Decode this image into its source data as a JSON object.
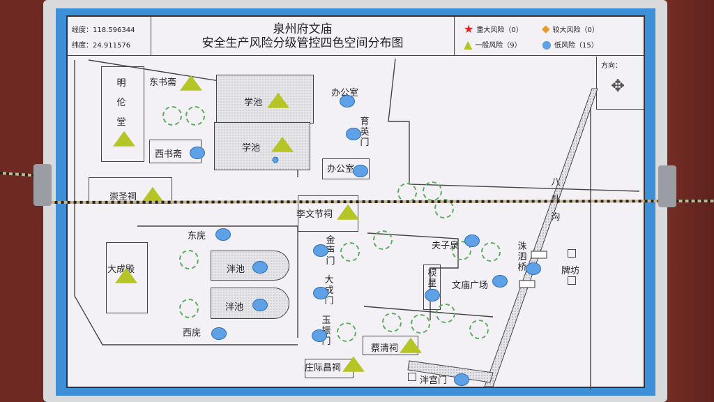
{
  "header": {
    "longitude": "经度：118.596344",
    "latitude": "纬度：24.911576",
    "title_line1": "泉州府文庙",
    "title_line2": "安全生产风险分级管控四色空间分布图"
  },
  "legend": [
    {
      "label": "重大风险（0）",
      "icon": "red-star",
      "color": "#e02020"
    },
    {
      "label": "较大风险（0）",
      "icon": "orange-diamond",
      "color": "#e89a2a"
    },
    {
      "label": "一般风险（9）",
      "icon": "yellow-triangle",
      "color": "#b5c526"
    },
    {
      "label": "低风险（15）",
      "icon": "blue-circle",
      "color": "#5fa1e6"
    }
  ],
  "compass": {
    "label": "方向：",
    "icon": "four-arrow-icon"
  },
  "places": {
    "minglun": "明伦堂",
    "dongshu": "东书斋",
    "xuechi1": "学池",
    "xuechi2": "学池",
    "xishu": "西书斋",
    "office1": "办公室",
    "yuying": "育英门",
    "office2": "办公室",
    "chongsheng": "崇圣祠",
    "liwenjie": "李文节祠",
    "dongwu": "东庑",
    "dacheng_hall": "大成殿",
    "panchi1": "泮池",
    "panchi2": "泮池",
    "jinsheng": "金声门",
    "dacheng_gate": "大成门",
    "yuzhen": "玉振门",
    "xiwu": "西庑",
    "fuziquan": "夫子泉",
    "lingxing": "棂星门",
    "square": "文庙广场",
    "zhusi": "洙泗桥",
    "paifang": "牌坊",
    "bagua": "八卦沟",
    "caiqing": "蔡清祠",
    "zhuangjichang": "庄际昌祠",
    "pangong": "泮宫门"
  }
}
